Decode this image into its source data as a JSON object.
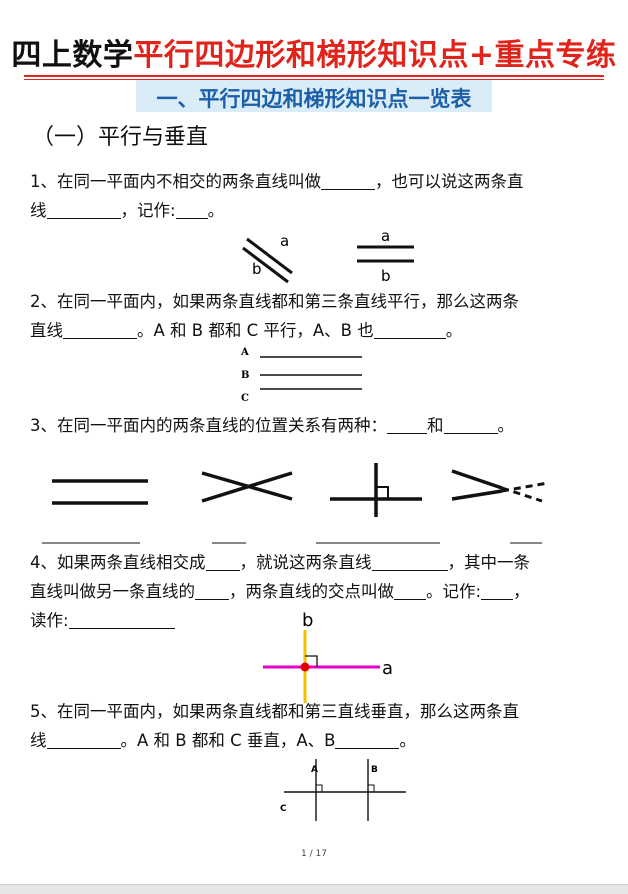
{
  "title": {
    "part_black": "四上数学",
    "part_red": "平行四边形和梯形知识点+重点专练"
  },
  "section_heading": "一、平行四边和梯形知识点一览表",
  "sub_heading": "（一）平行与垂直",
  "q1": {
    "line1_a": "1、在同一平面内不相交的两条直线叫做",
    "line1_b": "，也可以说这两条直",
    "line2_a": "线",
    "line2_b": "，记作:",
    "line2_c": "。"
  },
  "fig1": {
    "label_a": "a",
    "label_b": "b",
    "label_a2": "a",
    "label_b2": "b"
  },
  "q2": {
    "line1": "2、在同一平面内，如果两条直线都和第三条直线平行，那么这两条",
    "line2_a": "直线",
    "line2_b": "。A 和 B 都和 C 平行，A、B 也",
    "line2_c": "。"
  },
  "fig2": {
    "label_A": "A",
    "label_B": "B",
    "label_C": "C"
  },
  "q3": {
    "line1_a": "3、在同一平面内的两条直线的位置关系有两种：",
    "line1_b": "和",
    "line1_c": "。"
  },
  "q4": {
    "line1_a": "4、如果两条直线相交成",
    "line1_b": "，就说这两条直线",
    "line1_c": "，其中一条",
    "line2_a": "直线叫做另一条直线的",
    "line2_b": "，两条直线的交点叫做",
    "line2_c": "。记作:",
    "line2_d": "，",
    "line3_a": "读作:"
  },
  "fig4": {
    "label_b": "b",
    "label_a": "a",
    "color_vertical": "#f2c200",
    "color_horizontal": "#e600c8",
    "color_point": "#e00000"
  },
  "q5": {
    "line1": "5、在同一平面内，如果两条直线都和第三直线垂直，那么这两条直",
    "line2_a": "线",
    "line2_b": "。A 和 B 都和 C 垂直，A、B",
    "line2_c": "。"
  },
  "fig5": {
    "label_A": "A",
    "label_B": "B",
    "label_C": "C"
  },
  "footer": {
    "page": "1 / 17"
  }
}
